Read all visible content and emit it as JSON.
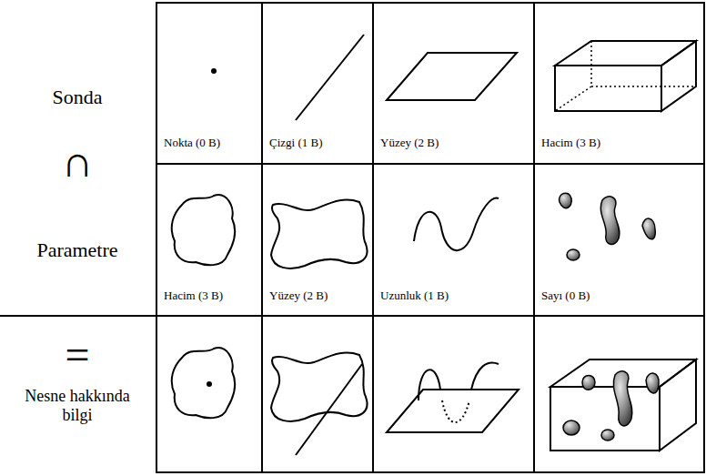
{
  "diagram": {
    "labels": [
      "Sonda",
      "∩",
      "Parametre",
      "=",
      "Nesne hakkında bilgi",
      "Nokta (0 B)",
      "Çizgi (1 B)",
      "Yüzey (2 B)",
      "Hacim (3 B)",
      "Hacim (3 B)",
      "Yüzey (2 B)",
      "Uzunluk (1 B)",
      "Sayı (0 B)"
    ]
  }
}
